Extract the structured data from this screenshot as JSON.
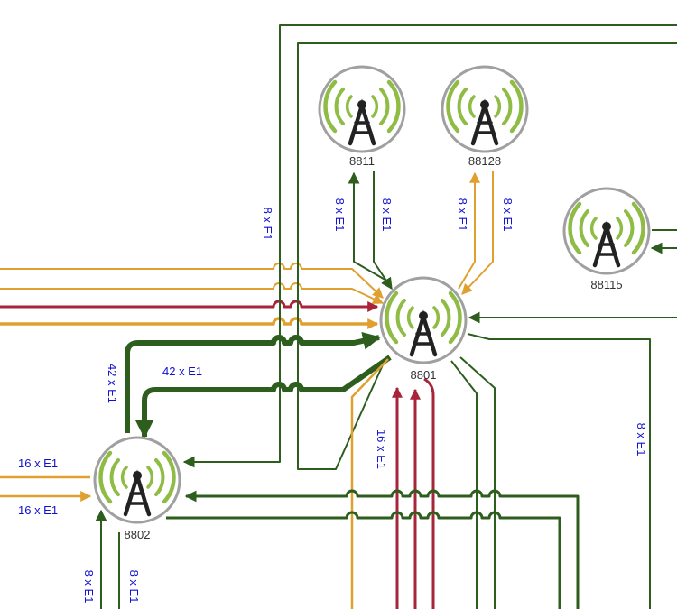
{
  "colors": {
    "green": "#2d5e1e",
    "orange": "#e0a030",
    "red": "#a82438",
    "label": "#1010d0",
    "node_border": "#a0a0a0",
    "wave": "#8fbc45",
    "tower": "#222222"
  },
  "nodes": [
    {
      "id": "8811",
      "label": "8811",
      "icon": "antenna-tower-icon"
    },
    {
      "id": "88128",
      "label": "88128",
      "icon": "antenna-tower-icon"
    },
    {
      "id": "88115",
      "label": "88115",
      "icon": "antenna-tower-icon"
    },
    {
      "id": "8801",
      "label": "8801",
      "icon": "antenna-tower-icon"
    },
    {
      "id": "8802",
      "label": "8802",
      "icon": "antenna-tower-icon"
    }
  ],
  "link_labels": {
    "l_8811_up": "8 x E1",
    "l_8811_down": "8 x E1",
    "l_88128_up": "8 x E1",
    "l_88128_down": "8 x E1",
    "l_top_left": "8 x E1",
    "l_42_vertical": "42 x E1",
    "l_42_horizontal": "42 x E1",
    "l_16_top": "16 x E1",
    "l_16_bottom": "16 x E1",
    "l_16_vertical": "16 x E1",
    "l_right": "8 x E1",
    "l_8802_left": "8 x E1",
    "l_8802_right": "8 x E1"
  }
}
